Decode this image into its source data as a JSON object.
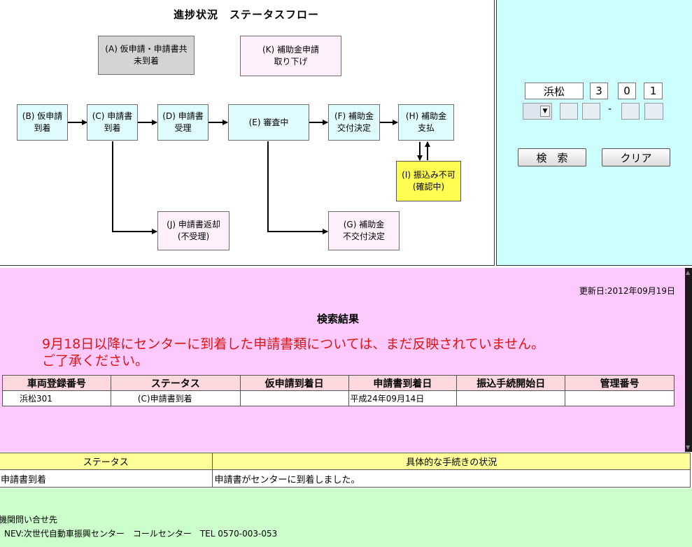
{
  "flow": {
    "title": "進捗状況　ステータスフロー",
    "boxes": {
      "A": "(A) 仮申請・申請書共\n未到着",
      "K": "(K) 補助金申請\n取り下げ",
      "B": "(B) 仮申請\n到着",
      "C": "(C) 申請書\n到着",
      "D": "(D) 申請書\n受理",
      "E": "(E) 審査中",
      "F": "(F) 補助金\n交付決定",
      "H": "(H) 補助金\n支払",
      "I": "(I) 振込み不可\n(確認中)",
      "J": "(J) 申請書返却\n(不受理)",
      "G": "(G) 補助金\n不交付決定"
    }
  },
  "search": {
    "region": "浜松",
    "class_number": "3",
    "kana": "0",
    "number": "1",
    "dash": "-",
    "search_button": "検　索",
    "clear_button": "クリア"
  },
  "results": {
    "update_date": "更新日:2012年09月19日",
    "title": "検索結果",
    "notice_line1": "9月18日以降にセンターに到着した申請書類については、まだ反映されていません。",
    "notice_line2": "ご了承ください。",
    "columns": [
      "車両登録番号",
      "ステータス",
      "仮申請到着日",
      "申請書到着日",
      "振込手続開始日",
      "管理番号"
    ],
    "rows": [
      [
        "浜松301",
        "(C)申請書到着",
        "",
        "平成24年09月14日",
        "",
        ""
      ]
    ]
  },
  "status_legend": {
    "col_status": "ステータス",
    "col_detail": "具体的な手続きの状況",
    "status_value": "申請書到着",
    "detail_value": "申請書がセンターに到着しました。"
  },
  "footer": {
    "line1": "機関問い合せ先",
    "line2": "NEV:次世代自動車振興センター　コールセンター　TEL 0570-003-053"
  }
}
